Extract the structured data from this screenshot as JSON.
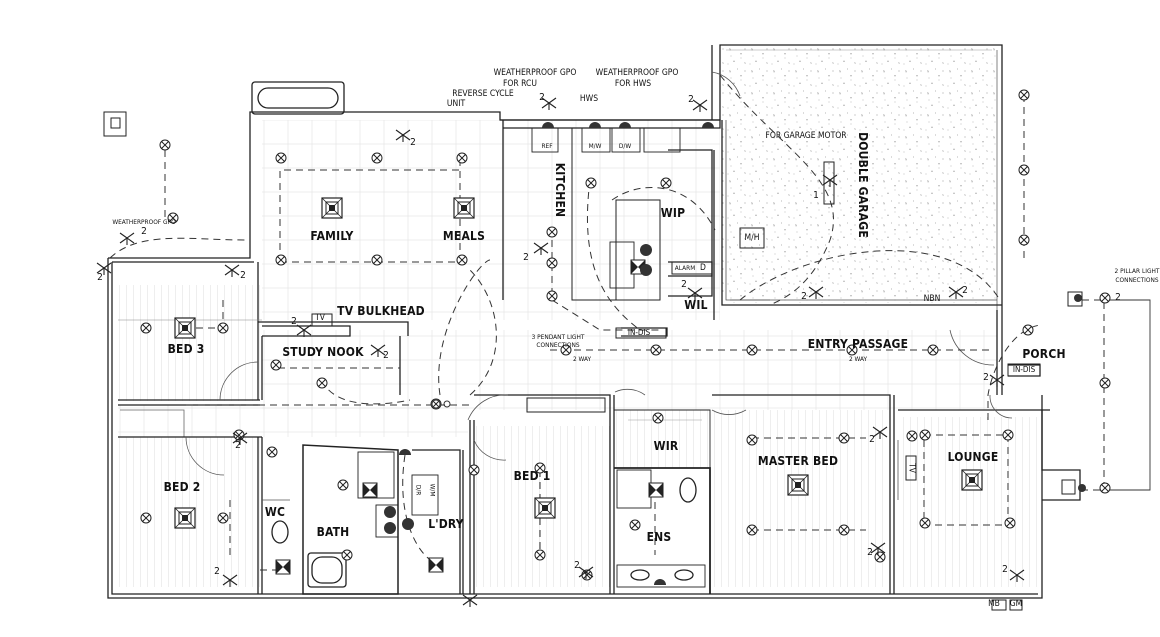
{
  "rooms": {
    "family": "FAMILY",
    "meals": "MEALS",
    "kitchen": "KITCHEN",
    "wip": "WIP",
    "wil": "WIL",
    "double_garage": "DOUBLE GARAGE",
    "bed3": "BED 3",
    "study_nook": "STUDY NOOK",
    "tv_bulkhead": "TV BULKHEAD",
    "entry_passage": "ENTRY PASSAGE",
    "porch": "PORCH",
    "bed2": "BED 2",
    "wc": "WC",
    "bath": "BATH",
    "ldry": "L'DRY",
    "bed1": "BED 1",
    "wir": "WIR",
    "ens": "ENS",
    "master_bed": "MASTER BED",
    "lounge": "LOUNGE"
  },
  "notes": {
    "gpo_rcu_1": "WEATHERPROOF GPO",
    "gpo_rcu_2": "FOR RCU",
    "gpo_hws_1": "WEATHERPROOF GPO",
    "gpo_hws_2": "FOR HWS",
    "reverse_cycle_1": "REVERSE CYCLE",
    "reverse_cycle_2": "UNIT",
    "hws": "HWS",
    "garage_motor": "FOR GARAGE MOTOR",
    "weatherproof": "WEATHERPROOF GPO",
    "pendant_1": "3 PENDANT LIGHT",
    "pendant_2": "CONNECTIONS",
    "two_way_1": "2 WAY",
    "two_way_2": "2 WAY",
    "pillar_1": "2 PILLAR LIGHT",
    "pillar_2": "CONNECTIONS",
    "alarm": "ALARM",
    "alarm_d": "D",
    "in_dis_1": "IN-DIS",
    "in_dis_2": "IN-DIS",
    "nbn": "NBN",
    "tv_1": "TV",
    "tv_2": "TV",
    "mb": "MB",
    "gm": "GM",
    "mh": "M/H",
    "ref": "REF",
    "mw": "M/W",
    "dw": "D/W",
    "dr": "D/R",
    "wm": "W/M"
  },
  "switch_counts": [
    "2",
    "2",
    "2",
    "2",
    "2",
    "2",
    "2",
    "2",
    "2",
    "2",
    "2",
    "2",
    "2",
    "2",
    "2",
    "2",
    "2",
    "2",
    "2",
    "2",
    "1"
  ],
  "colors": {
    "line": "#1a1a1a",
    "hatch": "#d9d9d9",
    "garage_speckle": "#b5b5b5",
    "fixture": "#222222"
  }
}
